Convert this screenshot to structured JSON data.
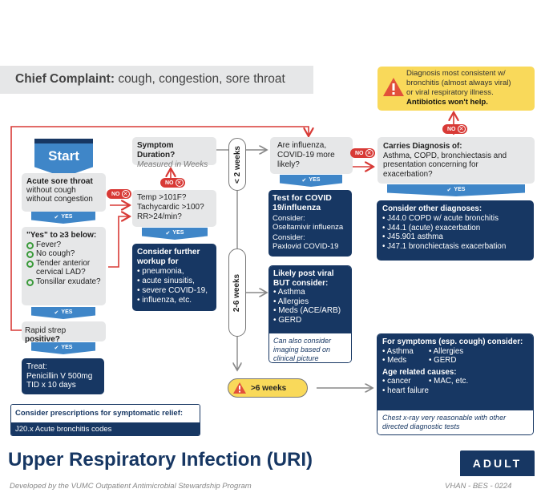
{
  "chief_complaint": {
    "label": "Chief Complaint:",
    "value": "cough, congestion, sore throat"
  },
  "warning_box": {
    "icon": "warning-triangle-icon",
    "lines": [
      "Diagnosis most consistent w/",
      "bronchitis (almost always viral)",
      "or viral respiratory illness."
    ],
    "bold": "Antibiotics won't help."
  },
  "labels": {
    "yes": "YES",
    "no": "NO"
  },
  "start": {
    "label": "Start"
  },
  "sore_throat": {
    "title": "Acute sore throat",
    "lines": [
      "without cough",
      "without congestion"
    ]
  },
  "criteria": {
    "title": "\"Yes\" to ≥3 below:",
    "items": [
      "Fever?",
      "No cough?",
      "Tender anterior cervical LAD?",
      "Tonsillar exudate?"
    ]
  },
  "rapid_strep": {
    "prefix": "Rapid strep ",
    "bold": "positive?"
  },
  "treat": {
    "title": "Treat:",
    "lines": [
      "Penicillin V 500mg",
      "TID x 10 days"
    ]
  },
  "symptom_duration": {
    "title": "Symptom Duration?",
    "subtitle": "Measured in Weeks"
  },
  "vitals": {
    "lines": [
      "Temp >101F?",
      "Tachycardic >100?",
      "RR>24/min?"
    ]
  },
  "workup": {
    "title": "Consider further workup for",
    "items": [
      "pneumonia,",
      "acute sinusitis,",
      "severe COVID-19,",
      "influenza, etc."
    ]
  },
  "durations": {
    "lt2": "< 2 weeks",
    "w2to6": "2-6 weeks",
    "gt6": ">6 weeks"
  },
  "flu_question": {
    "lines": [
      "Are influenza,",
      "COVID-19 more",
      "likely?"
    ]
  },
  "test_covid": {
    "title": "Test for COVID 19/influenza",
    "consider1_label": "Consider:",
    "consider1": "Oseltamivir influenza",
    "consider2_label": "Consider:",
    "consider2": "Paxlovid COVID-19"
  },
  "post_viral": {
    "title": "Likely post viral BUT consider:",
    "items": [
      "Asthma",
      "Allergies",
      "Meds (ACE/ARB)",
      "GERD"
    ],
    "note": "Can also consider imaging based on clinical picture"
  },
  "carries_dx": {
    "title": "Carries Diagnosis of:",
    "body": "Asthma, COPD, bronchiectasis and presentation concerning for exacerbation?"
  },
  "other_dx": {
    "title": "Consider other diagnoses:",
    "items": [
      "J44.0 COPD w/ acute bronchitis",
      "J44.1 (acute) exacerbation",
      "J45.901 asthma",
      "J47.1 bronchiectasis exacerbation"
    ]
  },
  "chronic": {
    "title": "For symptoms (esp. cough) consider:",
    "col1": [
      "Asthma",
      "Meds"
    ],
    "col2": [
      "Allergies",
      "GERD"
    ],
    "age_title": "Age related causes:",
    "age_col1": [
      "cancer",
      "heart failure"
    ],
    "age_col2": [
      "MAC, etc."
    ],
    "note": "Chest x-ray very reasonable with other directed diagnostic tests"
  },
  "prescriptions": {
    "title": "Consider prescriptions for symptomatic relief:",
    "code": "J20.x Acute bronchitis codes"
  },
  "footer": {
    "title": "Upper Respiratory Infection (URI)",
    "badge": "ADULT",
    "credit": "Developed by the VUMC Outpatient Antimicrobial Stewardship Program",
    "code": "VHAN - BES - 0224"
  },
  "colors": {
    "navy": "#173763",
    "blue": "#3f86c8",
    "red": "#d83a36",
    "gray": "#e6e7e8",
    "yellow": "#f9d95a"
  }
}
